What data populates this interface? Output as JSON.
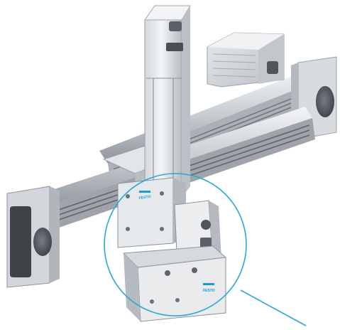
{
  "image": {
    "background": "#ffffff",
    "subject": "cartesian-gantry-robot",
    "brand_marks": [
      "FESTO",
      "FESTO"
    ],
    "highlight": {
      "shape": "circle",
      "color": "#2aa7d4",
      "leader_line": true
    },
    "colors": {
      "aluminium_light": "#eceef0",
      "aluminium_mid": "#c9ced3",
      "aluminium_dark": "#8f969d",
      "slot_dark": "#5b6168",
      "brand_blue": "#1a9ad6"
    }
  }
}
